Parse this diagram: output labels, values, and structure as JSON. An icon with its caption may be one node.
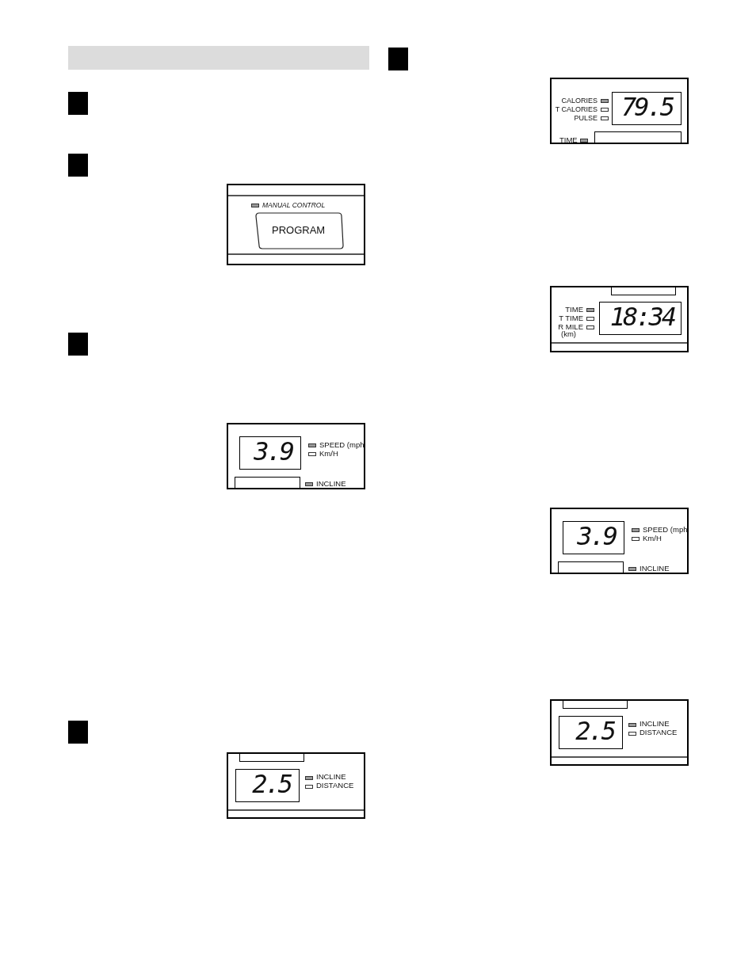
{
  "diagram": {
    "labels": [
      "MANUAL CONTROL",
      "PROGRAM",
      "3.9",
      "SPEED (mph",
      "Km/H",
      "INCLINE",
      "2.5",
      "INCLINE",
      "DISTANCE",
      "CALORIES",
      "T CALORIES",
      "PULSE",
      "79.5",
      "TIME",
      "TIME",
      "T TIME",
      "R MILE",
      "(km)",
      "18:34",
      "3.9",
      "SPEED (mph",
      "Km/H",
      "INCLINE",
      "2.5",
      "INCLINE",
      "DISTANCE"
    ]
  }
}
